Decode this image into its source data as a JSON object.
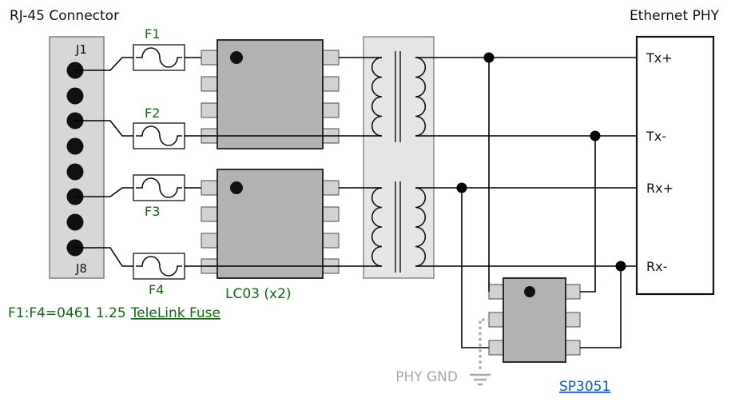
{
  "titles": {
    "left": "RJ-45 Connector",
    "right": "Ethernet PHY"
  },
  "connector": {
    "first": "J1",
    "last": "J8",
    "pin_count": 8
  },
  "fuses": {
    "f1": "F1",
    "f2": "F2",
    "f3": "F3",
    "f4": "F4"
  },
  "suppressor_label": "LC03 (x2)",
  "note": {
    "prefix": "F1:F4=0461 1.25",
    "link": "TeleLink Fuse"
  },
  "phy": {
    "tx_plus": "Tx+",
    "tx_minus": "Tx-",
    "rx_plus": "Rx+",
    "rx_minus": "Rx-"
  },
  "ground": {
    "label": "PHY GND"
  },
  "protector": {
    "label": "SP3051"
  },
  "colors": {
    "label_green": "#156615",
    "link_blue": "#0a58ca",
    "ground_gray": "#a8a8a8",
    "ic_gray": "#b2b2b2",
    "pin_gray": "#d2d2d2",
    "connector_gray": "#d7d7d7",
    "transformer_gray": "#e5e5e5",
    "wire_black": "#000000"
  }
}
